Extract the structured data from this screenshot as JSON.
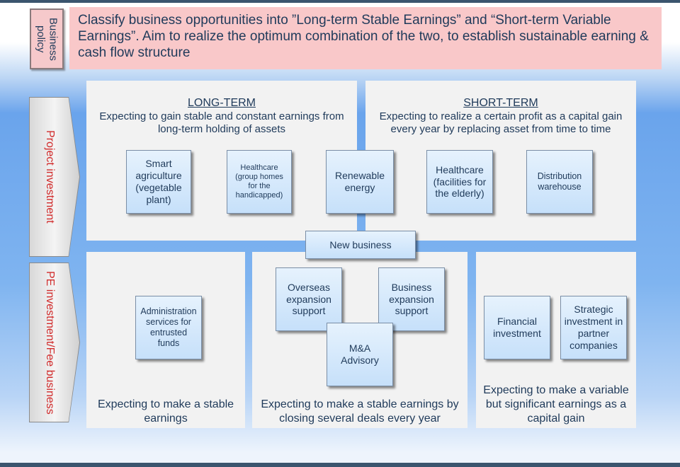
{
  "policy": {
    "label": "Business policy",
    "text": "Classify business opportunities into ”Long-term Stable Earnings” and “Short-term Variable Earnings”. Aim to realize the optimum combination of the two, to establish sustainable earning & cash flow structure"
  },
  "rows": {
    "project_investment": "Project investment",
    "pe_fee": "PE investment/Fee business"
  },
  "long_term": {
    "heading": "LONG-TERM",
    "description": "Expecting to gain stable and constant earnings from long-term holding of assets",
    "items": [
      "Smart agriculture (vegetable plant)",
      "Healthcare (group homes for the handicapped)"
    ]
  },
  "shared": {
    "renewable": "Renewable energy",
    "new_business": "New business"
  },
  "short_term": {
    "heading": "SHORT-TERM",
    "description": "Expecting to realize a certain profit as a capital gain every year by replacing asset from time to time",
    "items": [
      "Healthcare (facilities for the elderly)",
      "Distribution warehouse"
    ]
  },
  "pe_left": {
    "items": [
      "Administration services for entrusted funds"
    ],
    "description": "Expecting to make a stable earnings"
  },
  "pe_middle": {
    "items": [
      "Overseas expansion support",
      "Business expansion support",
      "M&A Advisory"
    ],
    "description": "Expecting to make a stable earnings by closing several deals every year"
  },
  "pe_right": {
    "items": [
      "Financial investment",
      "Strategic investment in partner companies"
    ],
    "description": "Expecting to make a variable but significant earnings as a capital gain"
  }
}
